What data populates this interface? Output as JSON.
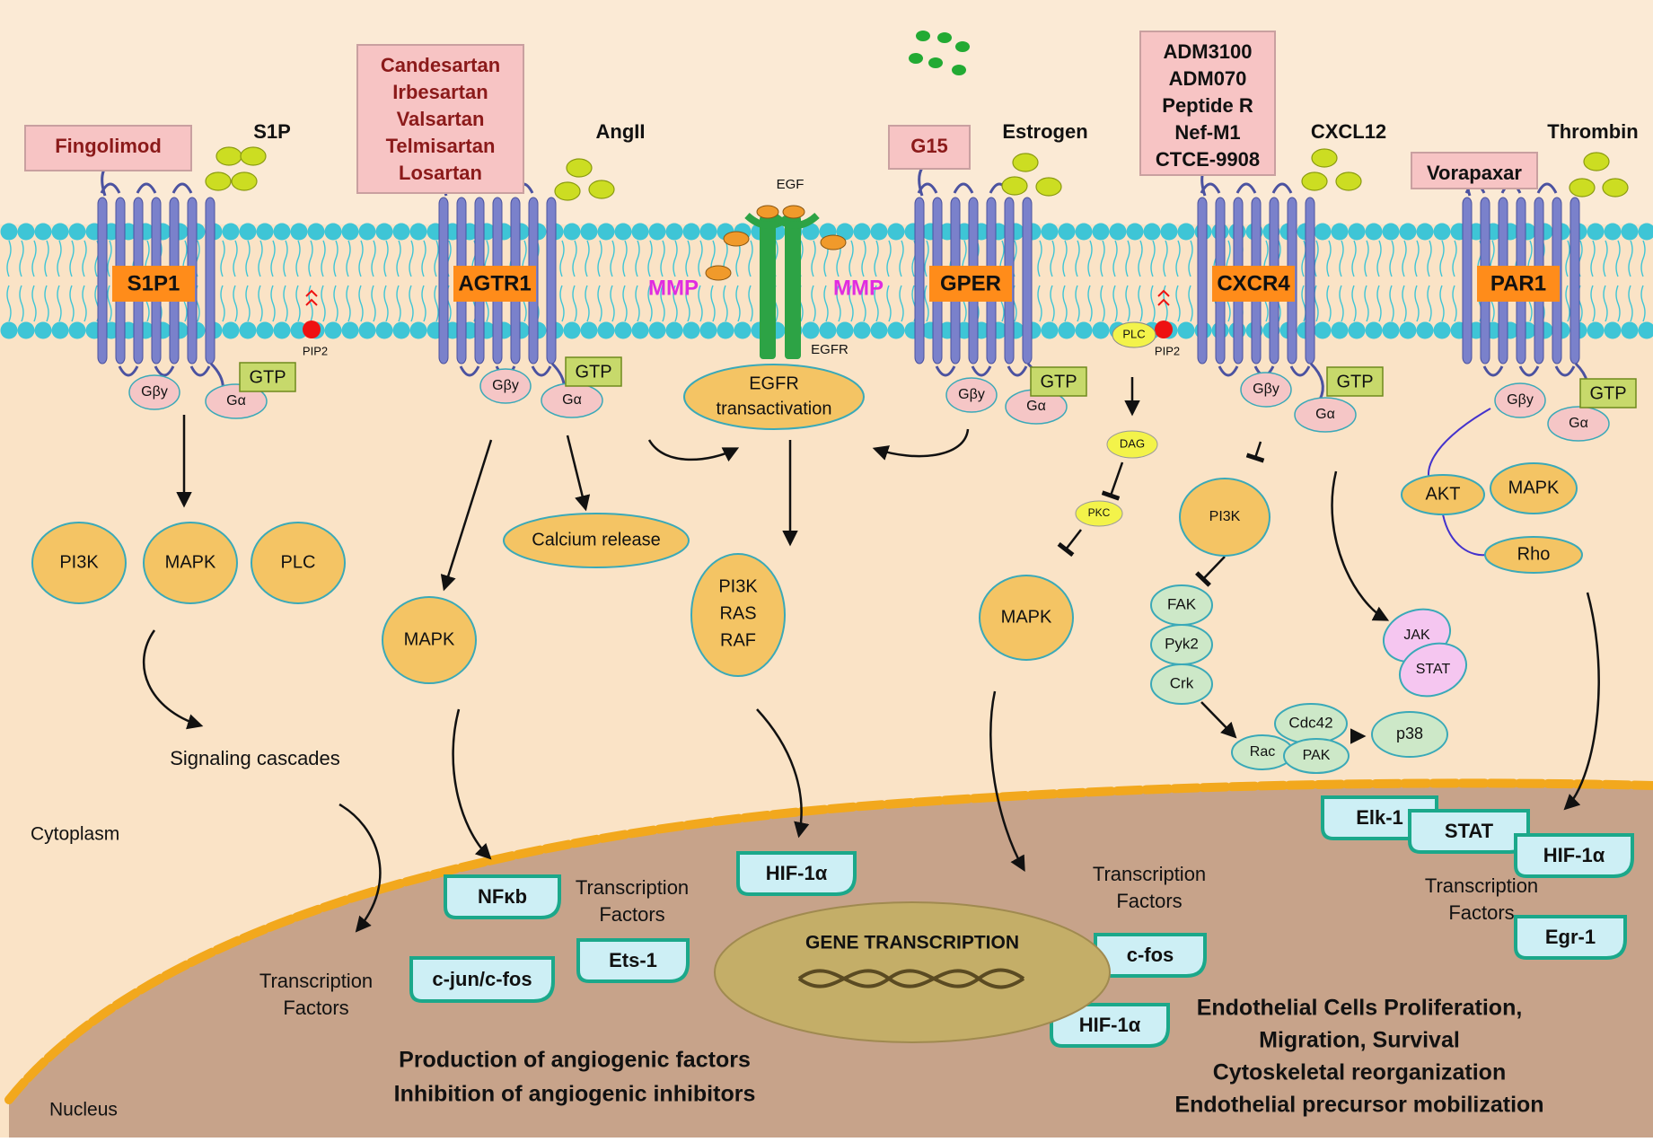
{
  "colors": {
    "background": "#FAE3C6",
    "nucleus": "#C7A38A",
    "membrane_head": "#3EC5D6",
    "receptor_helix": "#7A81CB",
    "receptor_label_bg": "#FF8C1A",
    "drug_box": "#F7C4C4",
    "drug_text": "#8B1A1A",
    "ligand": "#CCDD22",
    "oval_fill": "#F4C464",
    "oval_stroke": "#3AA9B8",
    "gtp_box": "#C7D96B",
    "g_subunit": "#F5C6C6",
    "tf_fill": "#CDEFF5",
    "tf_stroke": "#1BA88A",
    "mmp": "#E02CE0",
    "egfr": "#2DA345",
    "green_cluster": "#22AA33",
    "fak_fill": "#CDE8C8",
    "jak_fill": "#F5C6F0"
  },
  "drugs": {
    "s1p": [
      "Fingolimod"
    ],
    "agtr1": [
      "Candesartan",
      "Irbesartan",
      "Valsartan",
      "Telmisartan",
      "Losartan"
    ],
    "gper": [
      "G15"
    ],
    "cxcr4": [
      "ADM3100",
      "ADM070",
      "Peptide R",
      "Nef-M1",
      "CTCE-9908"
    ],
    "par1": [
      "Vorapaxar"
    ]
  },
  "ligands": {
    "s1p": "S1P",
    "angii": "AngII",
    "egf": "EGF",
    "estrogen": "Estrogen",
    "cxcl12": "CXCL12",
    "thrombin": "Thrombin"
  },
  "receptors": {
    "s1p1": "S1P1",
    "agtr1": "AGTR1",
    "gper": "GPER",
    "cxcr4": "CXCR4",
    "par1": "PAR1",
    "egfr": "EGFR"
  },
  "membrane": {
    "pip2": "PIP2",
    "mmp": "MMP",
    "plc_small": "PLC"
  },
  "gproteins": {
    "gby": "Gβy",
    "ga": "Gα",
    "gtp": "GTP"
  },
  "nodes": {
    "egfr_transactivation": [
      "EGFR",
      "transactivation"
    ],
    "pi3k": "PI3K",
    "mapk": "MAPK",
    "plc": "PLC",
    "calcium_release": "Calcium release",
    "pi3k_ras_raf": [
      "PI3K",
      "RAS",
      "RAF"
    ],
    "dag": "DAG",
    "pkc": "PKC",
    "fak": "FAK",
    "pyk2": "Pyk2",
    "crk": "Crk",
    "cdc42": "Cdc42",
    "rac": "Rac",
    "pak": "PAK",
    "p38": "p38",
    "jak": "JAK",
    "stat": "STAT",
    "akt": "AKT",
    "rho": "Rho"
  },
  "labels": {
    "signaling_cascades": "Signaling cascades",
    "cytoplasm": "Cytoplasm",
    "nucleus": "Nucleus",
    "transcription_factors": [
      "Transcription",
      "Factors"
    ],
    "gene_transcription": "GENE TRANSCRIPTION"
  },
  "tfs": {
    "nfkb": "NFκb",
    "cjun_cfos": "c-jun/c-fos",
    "ets1": "Ets-1",
    "hif1a": "HIF-1α",
    "cfos": "c-fos",
    "elk1": "Elk-1",
    "stat": "STAT",
    "egr1": "Egr-1"
  },
  "outcomes": {
    "left": [
      "Production of angiogenic factors",
      "Inhibition of angiogenic inhibitors"
    ],
    "right": [
      "Endothelial Cells Proliferation,",
      "Migration, Survival",
      "Cytoskeletal reorganization",
      "Endothelial precursor mobilization"
    ]
  }
}
